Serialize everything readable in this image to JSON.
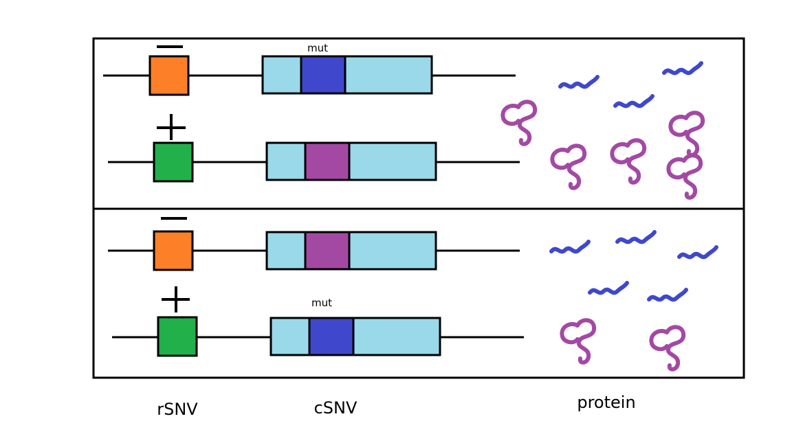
{
  "labels": {
    "rsnv": "rSNV",
    "csnv": "cSNV",
    "protein": "protein",
    "mut_top": "mut",
    "mut_bottom": "mut"
  },
  "colors": {
    "rsnv_minus": "#fd7f27",
    "rsnv_plus": "#22b04b",
    "exon": "#99d9ea",
    "mut_blue": "#3f48cc",
    "variant_purple": "#a349a4",
    "protein_purple": "#a349a4",
    "protein_blue": "#3f48cc"
  },
  "panels": [
    {
      "name": "top",
      "rows": [
        {
          "rsnv_sign": "minus",
          "rsnv_color": "rsnv_minus",
          "csnv_color": "mut_blue",
          "csnv_label": "mut"
        },
        {
          "rsnv_sign": "plus",
          "rsnv_color": "rsnv_plus",
          "csnv_color": "variant_purple",
          "csnv_label": ""
        }
      ],
      "proteins": {
        "folded_purple": 5,
        "unfolded_blue": 3
      }
    },
    {
      "name": "bottom",
      "rows": [
        {
          "rsnv_sign": "minus",
          "rsnv_color": "rsnv_minus",
          "csnv_color": "variant_purple",
          "csnv_label": ""
        },
        {
          "rsnv_sign": "plus",
          "rsnv_color": "rsnv_plus",
          "csnv_color": "mut_blue",
          "csnv_label": "mut"
        }
      ],
      "proteins": {
        "folded_purple": 2,
        "unfolded_blue": 5
      }
    }
  ]
}
